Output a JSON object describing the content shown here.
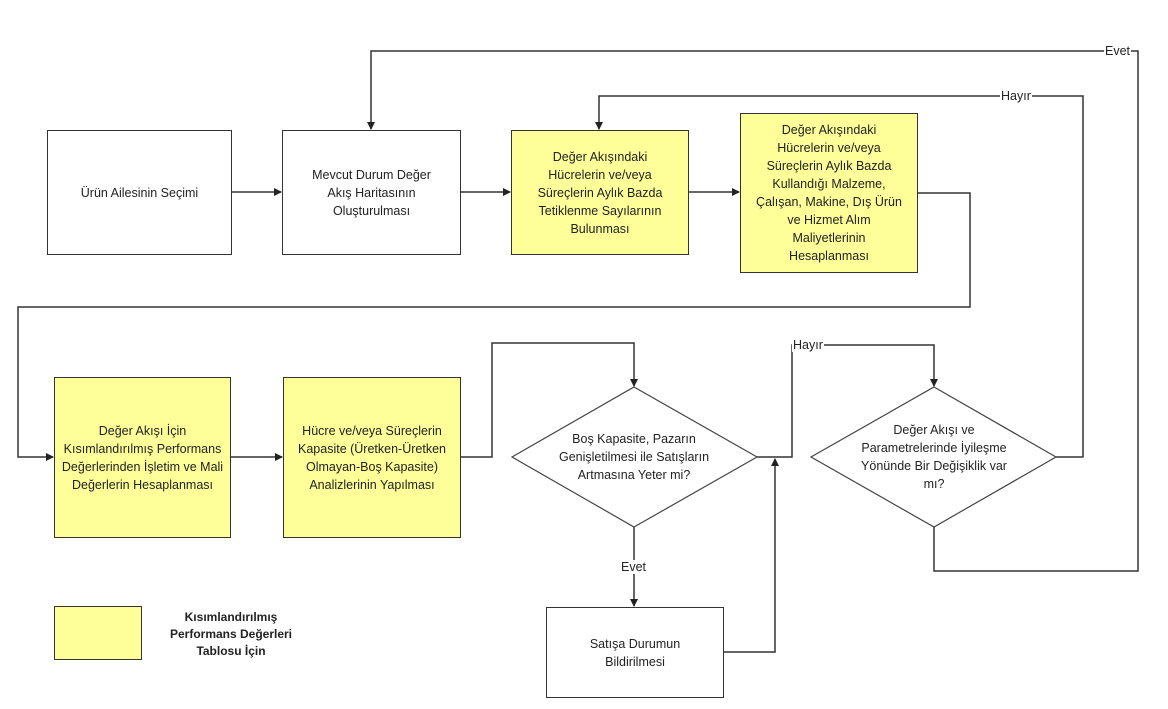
{
  "diagram": {
    "nodes": [
      {
        "id": "n1",
        "text": "Ürün Ailesinin Seçimi",
        "highlighted": false
      },
      {
        "id": "n2",
        "text": "Mevcut Durum Değer Akış Haritasının Oluşturulması",
        "highlighted": false
      },
      {
        "id": "n3",
        "text": "Değer Akışındaki Hücrelerin ve/veya Süreçlerin Aylık Bazda Tetiklenme Sayılarının Bulunması",
        "highlighted": true
      },
      {
        "id": "n4",
        "text": "Değer Akışındaki Hücrelerin ve/veya Süreçlerin Aylık Bazda Kullandığı Malzeme, Çalışan, Makine, Dış Ürün ve Hizmet Alım Maliyetlerinin Hesaplanması",
        "highlighted": true
      },
      {
        "id": "n5",
        "text": "Değer Akışı İçin Kısımlandırılmış Performans Değerlerinden İşletim ve Mali Değerlerin Hesaplanması",
        "highlighted": true
      },
      {
        "id": "n6",
        "text": "Hücre ve/veya Süreçlerin Kapasite (Üretken-Üretken Olmayan-Boş Kapasite) Analizlerinin Yapılması",
        "highlighted": true
      },
      {
        "id": "d1",
        "text": "Boş Kapasite, Pazarın Genişletilmesi ile Satışların Artmasına Yeter mi?",
        "type": "decision"
      },
      {
        "id": "d2",
        "text": "Değer Akışı ve Parametrelerinde İyileşme Yönünde Bir Değişiklik var mı?",
        "type": "decision"
      },
      {
        "id": "n7",
        "text": "Satışa Durumun Bildirilmesi",
        "highlighted": false
      }
    ],
    "edges": [
      {
        "from": "n1",
        "to": "n2",
        "label": ""
      },
      {
        "from": "n2",
        "to": "n3",
        "label": ""
      },
      {
        "from": "n3",
        "to": "n4",
        "label": ""
      },
      {
        "from": "n4",
        "to": "n5",
        "label": ""
      },
      {
        "from": "n5",
        "to": "n6",
        "label": ""
      },
      {
        "from": "n6",
        "to": "d1",
        "label": ""
      },
      {
        "from": "d1",
        "to": "n7",
        "label": "Evet"
      },
      {
        "from": "d1",
        "to": "d2",
        "label": "Hayır"
      },
      {
        "from": "n7",
        "to": "d2",
        "label": ""
      },
      {
        "from": "d2",
        "to": "n3",
        "label": "Hayır"
      },
      {
        "from": "d2",
        "to": "n2",
        "label": "Evet"
      }
    ],
    "labels": {
      "evet_top": "Evet",
      "hayir_top": "Hayır",
      "hayir_mid": "Hayır",
      "evet_bottom": "Evet"
    },
    "legend": {
      "text": "Kısımlandırılmış Performans Değerleri Tablosu İçin",
      "color": "#ffff99"
    },
    "colors": {
      "highlight": "#ffff99",
      "line": "#333333"
    }
  }
}
